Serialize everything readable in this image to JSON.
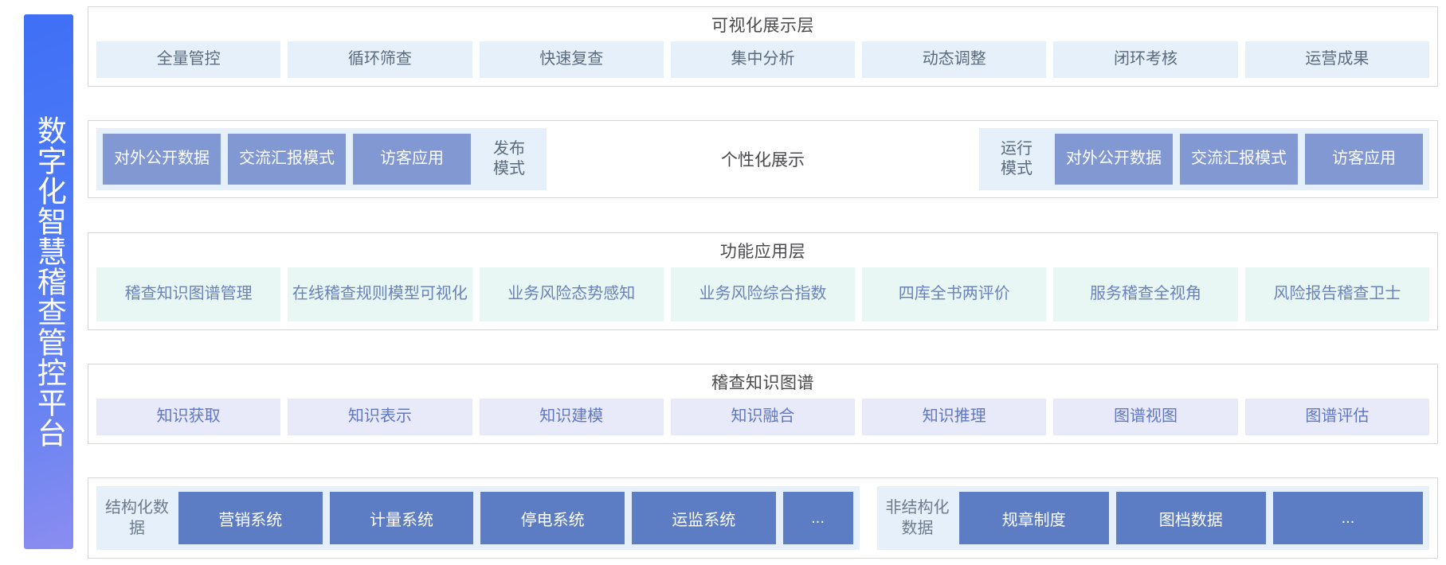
{
  "banner": {
    "title": "数字化智慧稽查管控平台"
  },
  "layers": [
    {
      "id": "visualization",
      "title": "可视化展示层",
      "cells": [
        "全量管控",
        "循环筛查",
        "快速复查",
        "集中分析",
        "动态调整",
        "闭环考核",
        "运营成果"
      ]
    },
    {
      "id": "personalized",
      "center_title": "个性化展示",
      "left_chips": [
        {
          "label": "对外公开数据",
          "style": "solid"
        },
        {
          "label": "交流汇报模式",
          "style": "solid"
        },
        {
          "label": "访客应用",
          "style": "solid"
        },
        {
          "label": "发布模式",
          "style": "light"
        }
      ],
      "right_chips": [
        {
          "label": "运行模式",
          "style": "light"
        },
        {
          "label": "对外公开数据",
          "style": "solid"
        },
        {
          "label": "交流汇报模式",
          "style": "solid"
        },
        {
          "label": "访客应用",
          "style": "solid"
        }
      ]
    },
    {
      "id": "function",
      "title": "功能应用层",
      "cells": [
        "稽查知识图谱管理",
        "在线稽查规则模型可视化",
        "业务风险态势感知",
        "业务风险综合指数",
        "四库全书两评价",
        "服务稽查全视角",
        "风险报告稽查卫士"
      ]
    },
    {
      "id": "knowledge-graph",
      "title": "稽查知识图谱",
      "cells": [
        "知识获取",
        "知识表示",
        "知识建模",
        "知识融合",
        "知识推理",
        "图谱视图",
        "图谱评估"
      ]
    },
    {
      "id": "data-sources",
      "structured": {
        "label": "结构化数据",
        "boxes": [
          "营销系统",
          "计量系统",
          "停电系统",
          "运监系统",
          "..."
        ]
      },
      "unstructured": {
        "label": "非结构化数据",
        "boxes": [
          "规章制度",
          "图档数据",
          "..."
        ]
      }
    }
  ],
  "colors": {
    "banner_start": "#3f6ff5",
    "banner_end": "#8b8df0",
    "cell_blue": "#e6f0fa",
    "cell_mint": "#e9f7f4",
    "cell_lavender": "#e8eafa",
    "chip_solid": "#8298d3",
    "data_box": "#5c7cc3",
    "border": "#d6d6d8"
  }
}
